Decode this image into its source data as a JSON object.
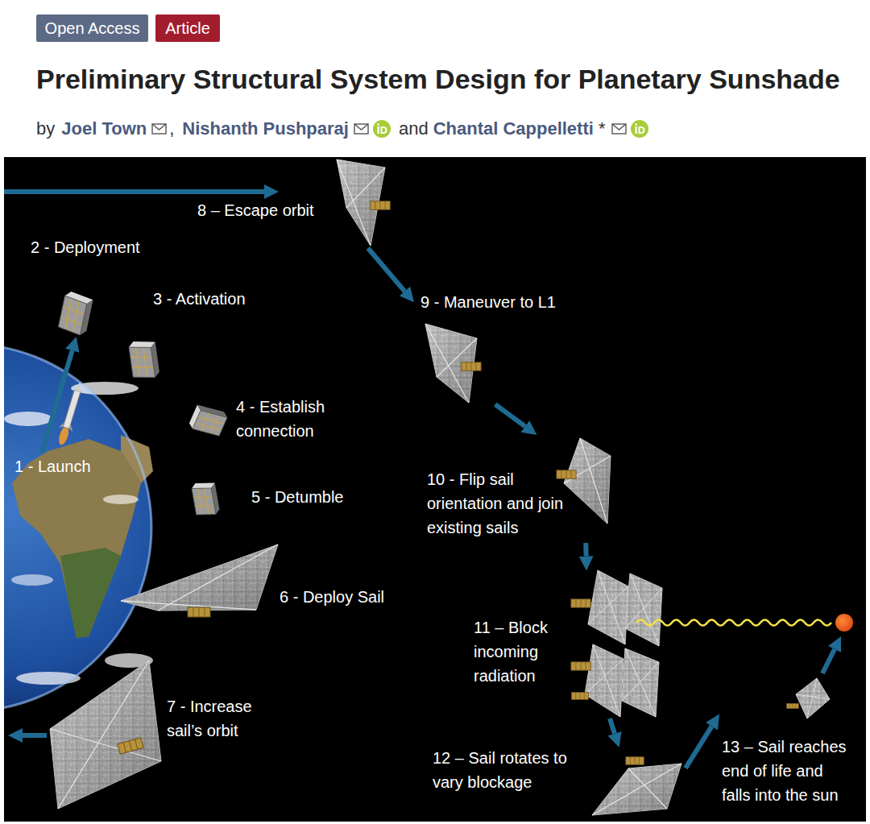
{
  "diagram": {
    "title": "Preliminary Structural System Design for Planetary Sunshade",
    "nodes": [
      {
        "text": [
          "Open Access"
        ]
      },
      {
        "text": [
          "Article"
        ]
      },
      {
        "text": [
          "1 - Launch"
        ]
      },
      {
        "text": [
          "2 - Deployment"
        ]
      },
      {
        "text": [
          "3 - Activation"
        ]
      },
      {
        "text": [
          "4 - Establish connection"
        ]
      },
      {
        "text": [
          "5 - Detumble"
        ]
      },
      {
        "text": [
          "6 - Deploy Sail"
        ]
      },
      {
        "text": [
          "7 - Increase sail’s orbit"
        ]
      },
      {
        "text": [
          "8 – Escape orbit"
        ]
      },
      {
        "text": [
          "9 - Maneuver to L1"
        ]
      },
      {
        "text": [
          "10 - Flip sail orientation and join existing sails"
        ]
      },
      {
        "text": [
          "11 – Block incoming radiation"
        ]
      },
      {
        "text": [
          "12 – Sail rotates to vary blockage"
        ]
      },
      {
        "text": [
          "13 – Sail reaches end of life and falls into the sun"
        ]
      }
    ],
    "edges": [
      {
        "from": 2,
        "to": 3,
        "arrow": "to"
      },
      {
        "from": 9,
        "to": 10,
        "arrow": "to"
      },
      {
        "from": 10,
        "to": 11,
        "arrow": "to"
      },
      {
        "from": 11,
        "to": 12,
        "arrow": "to"
      },
      {
        "from": 12,
        "to": 13,
        "arrow": "to"
      },
      {
        "from": 13,
        "to": 14,
        "arrow": "to"
      }
    ],
    "labels": [
      "by",
      "Joel Town",
      ",",
      "Nishanth Pushparaj",
      "and",
      "Chantal Cappelletti",
      "*"
    ]
  }
}
